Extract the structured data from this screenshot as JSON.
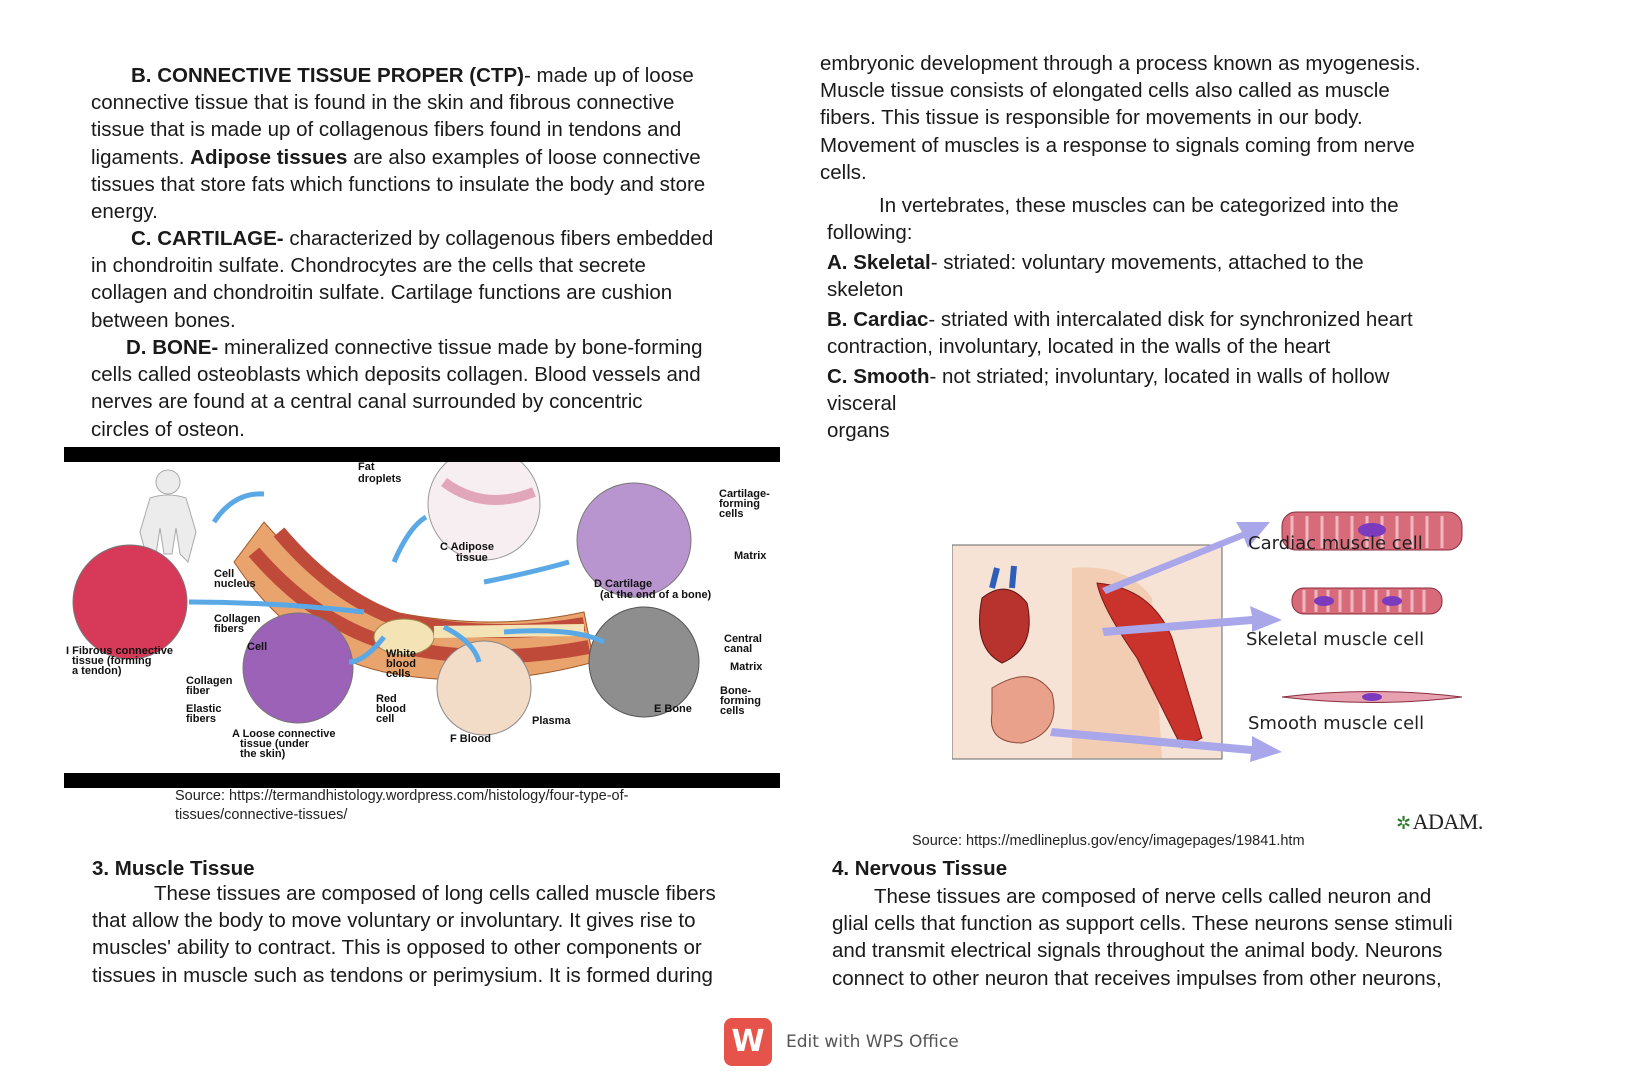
{
  "left": {
    "ctp": {
      "term": "B. CONNECTIVE TISSUE PROPER (CTP)",
      "l1": "- made up of loose",
      "l2": "connective tissue that is found in the skin and fibrous connective",
      "l3": "tissue that is made up of collagenous fibers found in tendons and",
      "l4a": "ligaments.",
      "l4term": "Adipose tissues",
      "l4b": "are also examples of loose connective",
      "l5": "tissues that store fats which functions to insulate the body and store",
      "l6": "energy."
    },
    "cartilage": {
      "term": "C. CARTILAGE-",
      "l1": "characterized by collagenous fibers embedded",
      "l2": "in chondroitin sulfate. Chondrocytes are the cells that secrete",
      "l3": "collagen and chondroitin sulfate. Cartilage functions are cushion",
      "l4": "between bones."
    },
    "bone": {
      "term": "D. BONE-",
      "l1": "mineralized connective tissue made by bone-forming",
      "l2": "cells called osteoblasts which deposits collagen. Blood vessels and",
      "l3": "nerves are found at a central canal surrounded by concentric",
      "l4": "circles of osteon."
    },
    "figure1": {
      "fat_droplets": [
        "Fat",
        "droplets"
      ],
      "adipose": [
        "C  Adipose",
        "tissue"
      ],
      "cart_forming": [
        "Cartilage-",
        "forming",
        "cells"
      ],
      "matrix": "Matrix",
      "cartilage": [
        "D  Cartilage",
        "(at the end of a bone)"
      ],
      "cell_nucleus": [
        "Cell",
        "nucleus"
      ],
      "collagen_fibers": [
        "Collagen",
        "fibers"
      ],
      "fibrous": [
        "I  Fibrous connective",
        "tissue (forming",
        "a tendon)"
      ],
      "cell": "Cell",
      "collagen_fiber": [
        "Collagen",
        "fiber"
      ],
      "elastic": [
        "Elastic",
        "fibers"
      ],
      "loose": [
        "A  Loose connective",
        "tissue (under",
        "the skin)"
      ],
      "wbc": [
        "White",
        "blood",
        "cells"
      ],
      "rbc": [
        "Red",
        "blood",
        "cell"
      ],
      "plasma": "Plasma",
      "blood": "F  Blood",
      "central": [
        "Central",
        "canal"
      ],
      "matrix2": "Matrix",
      "bone_forming": [
        "Bone-",
        "forming",
        "cells"
      ],
      "bone": "E  Bone"
    },
    "source1": {
      "l1": "Source: https://termandhistology.wordpress.com/histology/four-type-of-",
      "l2": "tissues/connective-tissues/"
    },
    "muscle_heading": "3. Muscle Tissue",
    "muscle": {
      "l1": "These tissues are composed of long cells called muscle fibers",
      "l2": "that allow the body to move voluntary or involuntary. It gives rise to",
      "l3": "muscles' ability to contract. This is opposed to other components or",
      "l4": "tissues in muscle such as tendons or perimysium. It is formed during"
    }
  },
  "right": {
    "cont": {
      "l1": "embryonic development through a process known as myogenesis.",
      "l2": "Muscle tissue consists of elongated cells also called as muscle",
      "l3": "fibers. This tissue is responsible for movements in our body.",
      "l4": "Movement of muscles is a response to signals coming from nerve",
      "l5": "cells."
    },
    "vert": {
      "l1": "In vertebrates, these muscles can be categorized into the",
      "l2": "following:"
    },
    "skeletal": {
      "term": "A. Skeletal",
      "l1": "- striated: voluntary movements, attached to the",
      "l2": "skeleton"
    },
    "cardiac": {
      "term": "B. Cardiac",
      "l1": "- striated with intercalated disk for synchronized heart",
      "l2": "contraction, involuntary, located in the walls of the heart"
    },
    "smooth": {
      "term": "C. Smooth",
      "l1": "- not striated; involuntary, located in walls of hollow",
      "l2": "visceral",
      "l3": "organs"
    },
    "figure2": {
      "cardiac": "Cardiac muscle cell",
      "skeletal": "Skeletal muscle cell",
      "smooth": "Smooth muscle cell",
      "brand": "ADAM."
    },
    "source2": "Source: https://medlineplus.gov/ency/imagepages/19841.htm",
    "nervous_heading": "4. Nervous Tissue",
    "nervous": {
      "l1": "These tissues are composed of nerve cells called neuron and",
      "l2": "glial cells that function as support cells. These neurons sense stimuli",
      "l3": "and transmit electrical signals throughout the animal body. Neurons",
      "l4": "connect to other neuron that receives impulses from other neurons,"
    }
  },
  "footer": {
    "logo_letter": "W",
    "text": "Edit with WPS Office"
  },
  "colors": {
    "wps_red": "#e5534b",
    "arrow_blue": "#5aa9e6",
    "arrow_lavender": "#a9a6ea",
    "muscle_pink": "#d86b7a",
    "text": "#1a1a1a"
  }
}
